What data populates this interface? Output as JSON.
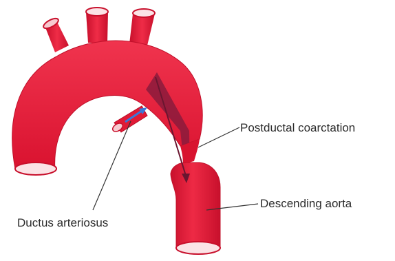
{
  "labels": {
    "postductal": "Postductal coarctation",
    "descending": "Descending aorta",
    "ductus": "Ductus arteriosus"
  },
  "colors": {
    "vessel": "#e8193a",
    "vessel_dark": "#b8102a",
    "vessel_light": "#f25a70",
    "shadow": "#7a1a3a",
    "flow_arrow": "#3a78d8",
    "leader_line": "#333333",
    "background": "#ffffff"
  },
  "icons": {
    "flow": "blue-flow-arrow",
    "branches": "three-branch-vessels"
  }
}
